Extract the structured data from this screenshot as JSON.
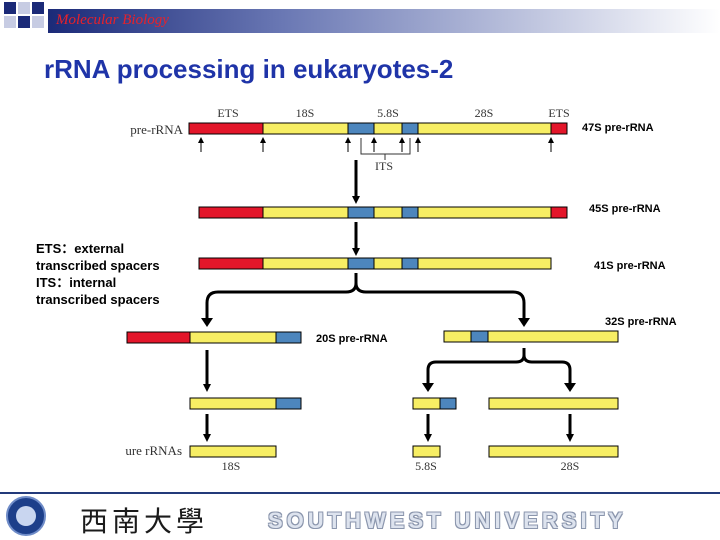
{
  "header": {
    "course": "Molecular Biology",
    "colors": {
      "band": "#1b2a78",
      "title": "#e8212a"
    }
  },
  "slide": {
    "title": "rRNA processing in eukaryotes-2"
  },
  "diagram": {
    "segment_labels": {
      "ets_left": "ETS",
      "s18": "18S",
      "s58": "5.8S",
      "s28": "28S",
      "ets_right": "ETS"
    },
    "row_label_left": "pre-rRNA",
    "its_label": "ITS",
    "intermediates": {
      "s47": "47S pre-rRNA",
      "s45": "45S pre-rRNA",
      "s41": "41S pre-rRNA",
      "s32": "32S pre-rRNA",
      "s20": "20S pre-rRNA"
    },
    "mature_label": "ure rRNAs",
    "mature_products": {
      "s18": "18S",
      "s58": "5.8S",
      "s28": "28S"
    },
    "colors": {
      "ets": "#e3162a",
      "mature": "#f7ee64",
      "its": "#4d86bd",
      "outline": "#000000"
    }
  },
  "notes": {
    "line1": "ETS：external",
    "line2": "transcribed spacers",
    "line3": "ITS：internal",
    "line4": "transcribed spacers"
  },
  "footer": {
    "chinese_name": "西南大學",
    "english_name": "SOUTHWEST UNIVERSITY"
  }
}
